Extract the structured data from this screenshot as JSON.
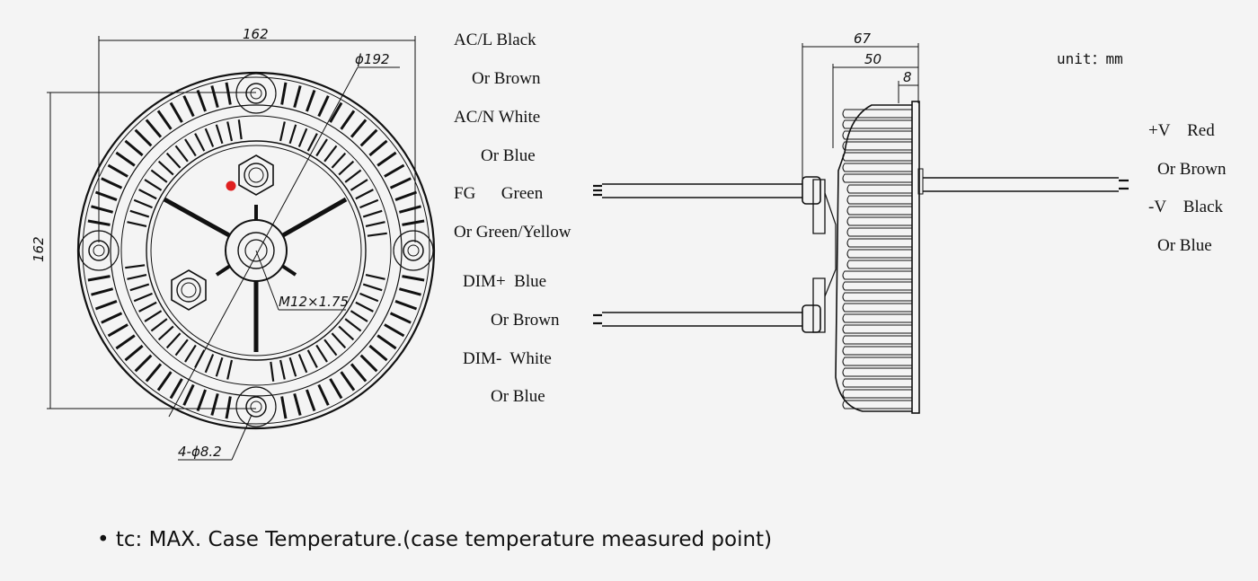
{
  "front_view": {
    "dim_width": "162",
    "dim_height": "162",
    "dim_diameter": "ϕ192",
    "dim_thread": "M12×1.75",
    "dim_holes": "4-ϕ8.2"
  },
  "input_wires": [
    {
      "label": "AC/L Black"
    },
    {
      "label": "Or Brown"
    },
    {
      "label": "AC/N White"
    },
    {
      "label": "Or Blue"
    },
    {
      "label": "FG      Green"
    },
    {
      "label": "Or Green/Yellow"
    }
  ],
  "dim_wires": [
    {
      "label": "DIM+  Blue"
    },
    {
      "label": "Or Brown"
    },
    {
      "label": "DIM-  White"
    },
    {
      "label": "Or Blue"
    }
  ],
  "side_view": {
    "dim_total_depth": "67",
    "dim_body_depth": "50",
    "dim_flange": "8"
  },
  "output_wires": [
    {
      "label": "+V    Red"
    },
    {
      "label": "Or Brown"
    },
    {
      "label": "-V    Black"
    },
    {
      "label": "Or Blue"
    }
  ],
  "unit_label": "unit：mm",
  "footnote": "• tc: MAX. Case Temperature.(case temperature measured point)",
  "colors": {
    "tc_point": "#e02020",
    "line": "#111111",
    "background": "#f4f4f4"
  }
}
